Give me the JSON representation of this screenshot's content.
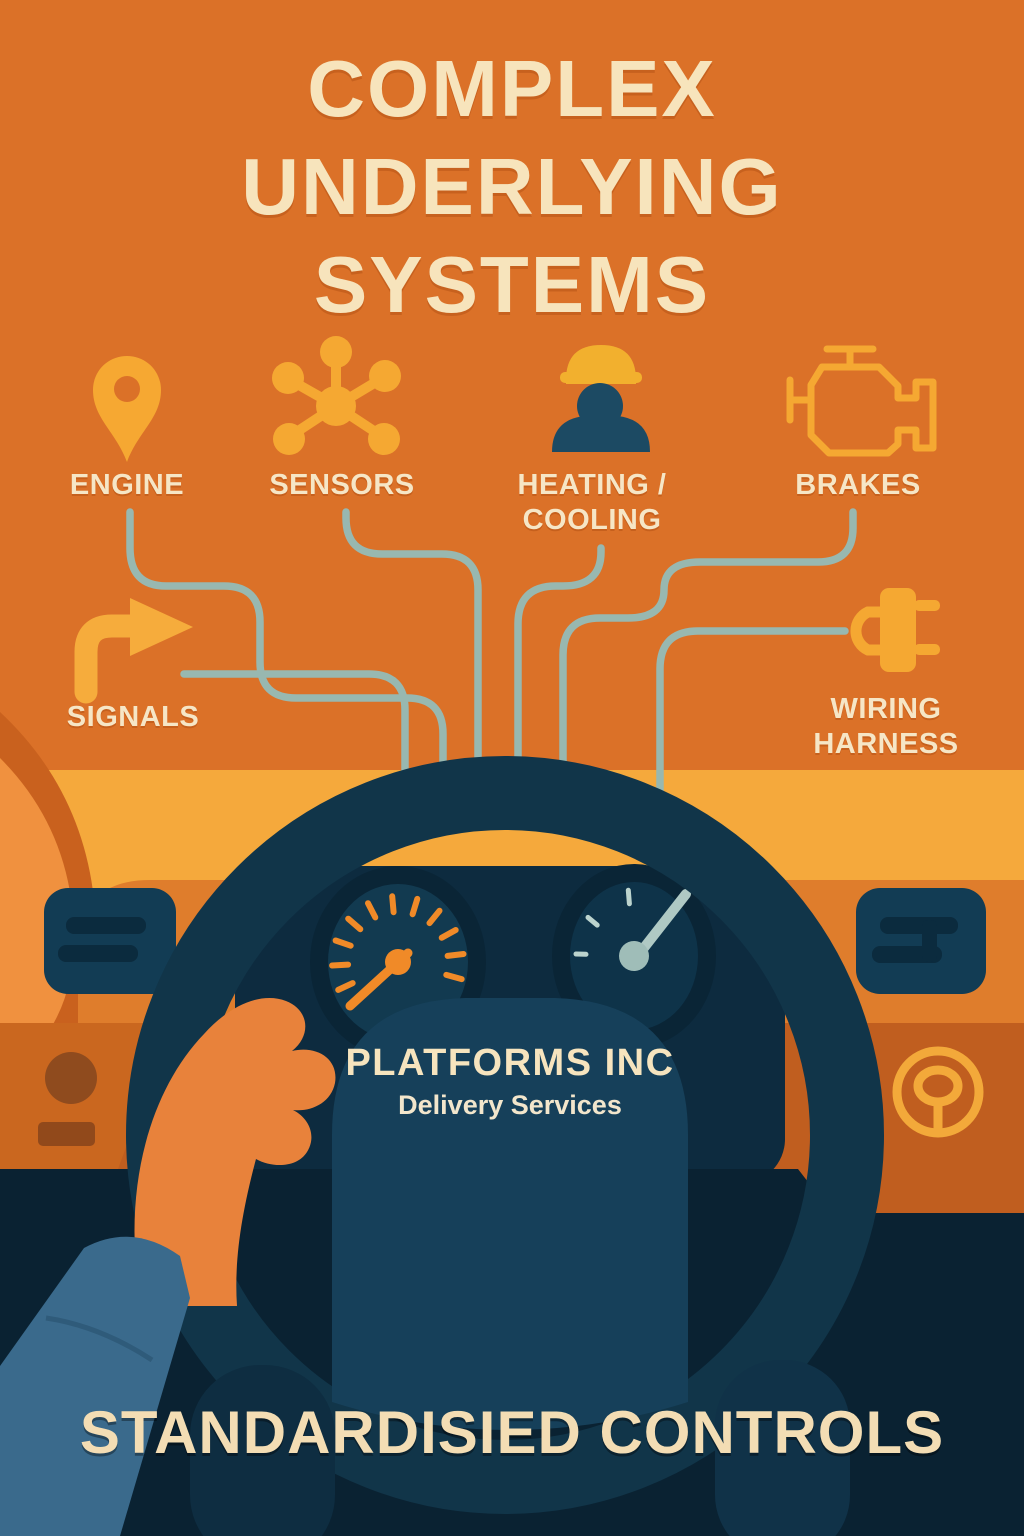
{
  "poster": {
    "title_lines": [
      "COMPLEX",
      "UNDERLYING",
      "SYSTEMS"
    ],
    "systems": [
      {
        "id": "engine",
        "icon": "location-pin-icon",
        "label_lines": [
          "ENGINE"
        ]
      },
      {
        "id": "sensors",
        "icon": "sensor-hub-icon",
        "label_lines": [
          "SENSORS"
        ]
      },
      {
        "id": "heating-cooling",
        "icon": "worker-icon",
        "label_lines": [
          "HEATING /",
          "COOLING"
        ]
      },
      {
        "id": "brakes",
        "icon": "check-engine-icon",
        "label_lines": [
          "BRAKES"
        ]
      },
      {
        "id": "signals",
        "icon": "turn-arrow-icon",
        "label_lines": [
          "SIGNALS"
        ]
      },
      {
        "id": "wiring-harness",
        "icon": "plug-icon",
        "label_lines": [
          "WIRING",
          "HARNESS"
        ]
      }
    ],
    "hub": {
      "name": "PLATFORMS INC",
      "tagline": "Delivery Services"
    },
    "footer": "STANDARDISIED CONTROLS",
    "colors": {
      "background_orange": "#DB7128",
      "band_yellow": "#F5A93C",
      "dash_orange": "#DF7D2C",
      "strip_orange": "#C05E1F",
      "navy": "#0A2232",
      "wheel_navy": "#113549",
      "hub_navy": "#16405A",
      "cream": "#F6E4BE",
      "icon_yellow": "#F5A832",
      "connector_line": "#98B8B0",
      "sleeve_blue": "#3A6A8C",
      "hand_orange": "#E8823B",
      "gauge_accent": "#F08A28",
      "needle_gray": "#AFC9C4"
    }
  }
}
